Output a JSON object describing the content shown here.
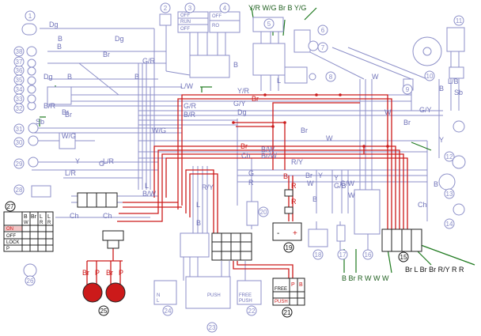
{
  "colors": {
    "wire_default": "#8c8fc8",
    "wire_highlight": "#cc1a1a",
    "leader_green": "#1f7a1f",
    "lamp_fill": "#cc1a1a",
    "background": "#ffffff"
  },
  "component_numbers": [
    "1",
    "2",
    "3",
    "4",
    "5",
    "6",
    "7",
    "8",
    "9",
    "10",
    "11",
    "12",
    "13",
    "14",
    "15",
    "16",
    "17",
    "18",
    "19",
    "20",
    "21",
    "22",
    "23",
    "24",
    "25",
    "26",
    "27",
    "28",
    "29",
    "30",
    "31",
    "32",
    "33",
    "34",
    "35",
    "36",
    "37",
    "38"
  ],
  "top_header_label": "Y/R W/G Br B Y/G",
  "bottom_right_label": "Br L Br Br R/Y R R",
  "bottom_center_label": "B Br R W W W",
  "switch3": {
    "rows": [
      "OFF",
      "RUN",
      "OFF"
    ]
  },
  "switch4": {
    "rows": [
      "OFF",
      "RO"
    ]
  },
  "switch27": {
    "cols": [
      "B",
      "Br",
      "L",
      "L"
    ],
    "subcols": [
      "W",
      "R",
      "R"
    ],
    "rows": [
      "ON",
      "OFF",
      "LOCK",
      "P"
    ]
  },
  "switch21": {
    "rows": [
      "FREE",
      "PUSH"
    ],
    "cols": [
      "P",
      "B"
    ]
  },
  "switch22": {
    "rows": [
      "FREE",
      "PUSH"
    ]
  },
  "switch23": {
    "rows": [
      "PUSH"
    ]
  },
  "switch24": {
    "rows": [
      "N",
      "L"
    ]
  },
  "battery_signs": {
    "neg": "-",
    "pos": "+"
  },
  "fuse_labels": [
    "B",
    "R",
    "R"
  ],
  "lamp25_labels": [
    "Br",
    "P",
    "Br",
    "P"
  ],
  "wire_labels": {
    "dg": "Dg",
    "dg2": "Dg",
    "dg3": "Dg",
    "b1": "B",
    "b2": "B",
    "br1": "Br",
    "br2": "Br",
    "gr": "G/R",
    "lw": "L/W",
    "yr": "Y/R",
    "br_red1": "Br",
    "gr2": "G/R",
    "gy": "G/Y",
    "br3": "B/R",
    "dg4": "Dg",
    "wg": "W/G",
    "wg2": "W/G",
    "br_red2": "Br",
    "bw": "B/W",
    "brw": "Br/W",
    "ch": "Ch",
    "ch2": "Ch",
    "ch3": "Ch",
    "y1": "Y",
    "g1": "G",
    "lr": "L/R",
    "ry": "R/Y",
    "ry2": "R/Y",
    "lr2": "L/R",
    "sb": "Sb",
    "sb2": "Sb",
    "br_lbl": "B/R",
    "gy2": "G/Y",
    "brown": "Br",
    "y2": "Y",
    "w1": "W",
    "w2": "W",
    "w3": "W",
    "g2": "G",
    "r1": "R",
    "y3": "Y",
    "br4": "Br",
    "l1": "L",
    "l2": "L",
    "l3": "L",
    "b3": "B",
    "b4": "B",
    "b5": "B",
    "b6": "B",
    "bw2": "B/W",
    "ch4": "Ch",
    "gb": "G/B",
    "gw": "G/W",
    "br5": "Br",
    "w4": "W",
    "lb": "L/B",
    "b7": "B",
    "y4": "Y",
    "w5": "W",
    "b8": "B",
    "b9": "B",
    "br6": "Br"
  }
}
